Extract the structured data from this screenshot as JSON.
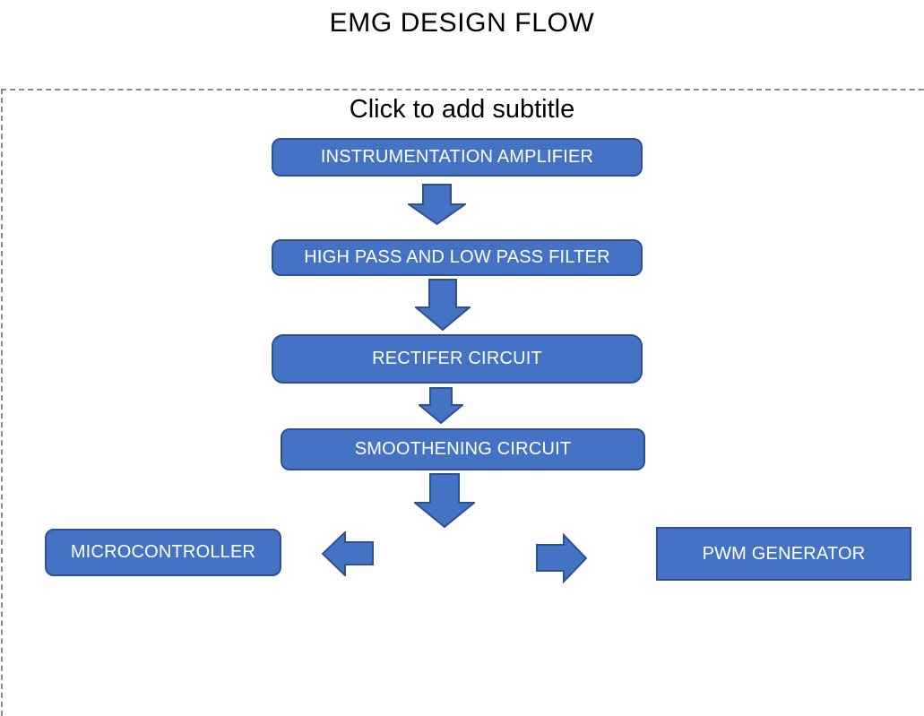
{
  "slide": {
    "title": "EMG DESIGN FLOW",
    "subtitle_placeholder": "Click to add subtitle"
  },
  "colors": {
    "canvas_bg": "#FFFFFF",
    "shape_fill": "#4472C4",
    "shape_border": "#2F528F",
    "shape_text": "#FFFFFF",
    "placeholder_border": "#8A8A8A",
    "title_text": "#000000"
  },
  "flow": {
    "nodes": [
      {
        "id": "instrumentation-amplifier",
        "label": "INSTRUMENTATION AMPLIFIER"
      },
      {
        "id": "high-pass-low-pass-filter",
        "label": "HIGH PASS AND LOW PASS FILTER"
      },
      {
        "id": "rectifer-circuit",
        "label": "RECTIFER CIRCUIT"
      },
      {
        "id": "smoothening-circuit",
        "label": "SMOOTHENING CIRCUIT"
      },
      {
        "id": "microcontroller",
        "label": "MICROCONTROLLER"
      },
      {
        "id": "pwm-generator",
        "label": "PWM GENERATOR"
      }
    ],
    "connectors": [
      {
        "icon": "down-arrow-icon",
        "from": "instrumentation-amplifier",
        "to": "high-pass-low-pass-filter"
      },
      {
        "icon": "down-arrow-icon",
        "from": "high-pass-low-pass-filter",
        "to": "rectifer-circuit"
      },
      {
        "icon": "down-arrow-icon",
        "from": "rectifer-circuit",
        "to": "smoothening-circuit"
      },
      {
        "icon": "down-arrow-icon",
        "from": "smoothening-circuit",
        "to": "bottom-row"
      },
      {
        "icon": "left-arrow-icon",
        "from": "smoothening-circuit",
        "to": "microcontroller"
      },
      {
        "icon": "right-arrow-icon",
        "from": "smoothening-circuit",
        "to": "pwm-generator"
      }
    ]
  }
}
